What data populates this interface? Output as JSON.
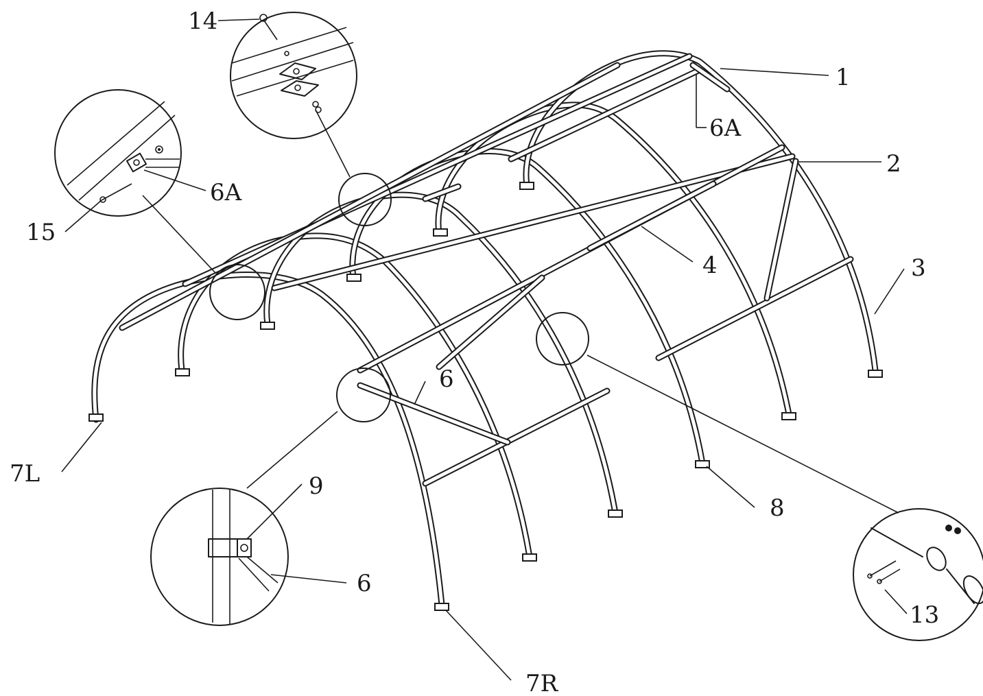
{
  "labels": {
    "l1": "1",
    "l2": "2",
    "l3": "3",
    "l4": "4",
    "l6": "6",
    "l6_detail": "6",
    "l6a_main": "6A",
    "l6a_detail": "6A",
    "l7l": "7L",
    "l7r": "7R",
    "l8": "8",
    "l9": "9",
    "l13": "13",
    "l14": "14",
    "l15": "15"
  },
  "colors": {
    "line": "#1a1a1a",
    "background": "#ffffff"
  }
}
